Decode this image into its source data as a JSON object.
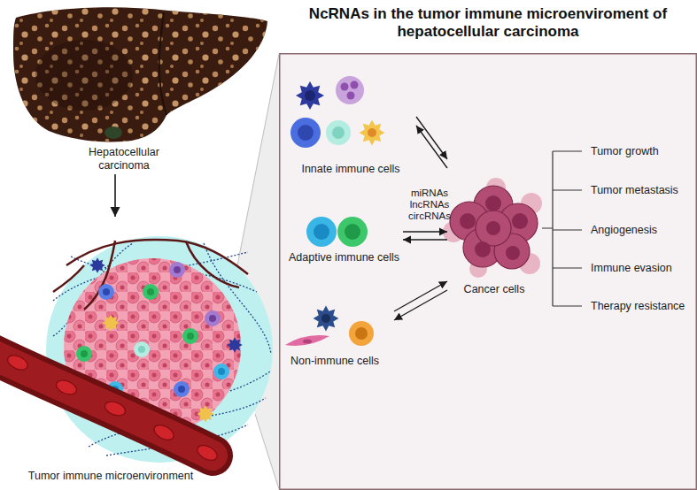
{
  "diagram": {
    "nodes": [
      {
        "text": [
          "Hepatocellular carcinoma"
        ]
      },
      {
        "text": [
          "Tumor immune microenvironment"
        ]
      },
      {
        "text": [
          "NcRNAs in the tumor immune microenviroment of hepatocellular carcinoma"
        ]
      },
      {
        "text": [
          "Innate immune cells"
        ],
        "in": 2
      },
      {
        "text": [
          "Adaptive immune cells"
        ],
        "in": 2
      },
      {
        "text": [
          "Non-immune cells"
        ],
        "in": 2
      },
      {
        "text": [
          "Cancer cells"
        ],
        "in": 2
      }
    ],
    "edges": [
      {
        "from": 0,
        "to": 1,
        "arrow": "to"
      },
      {
        "from": 3,
        "to": 6,
        "arrow": "to"
      },
      {
        "from": 6,
        "to": 3,
        "arrow": "to"
      },
      {
        "from": 4,
        "to": 6,
        "arrow": "to"
      },
      {
        "from": 6,
        "to": 4,
        "arrow": "to"
      },
      {
        "from": 5,
        "to": 6,
        "arrow": "to"
      },
      {
        "from": 6,
        "to": 5,
        "arrow": "to"
      }
    ],
    "labels": [
      "miRNAs lncRNAs circRNAs",
      "Tumor growth",
      "Tumor metastasis",
      "Angiogenesis",
      "Immune evasion",
      "Therapy resistance"
    ]
  }
}
